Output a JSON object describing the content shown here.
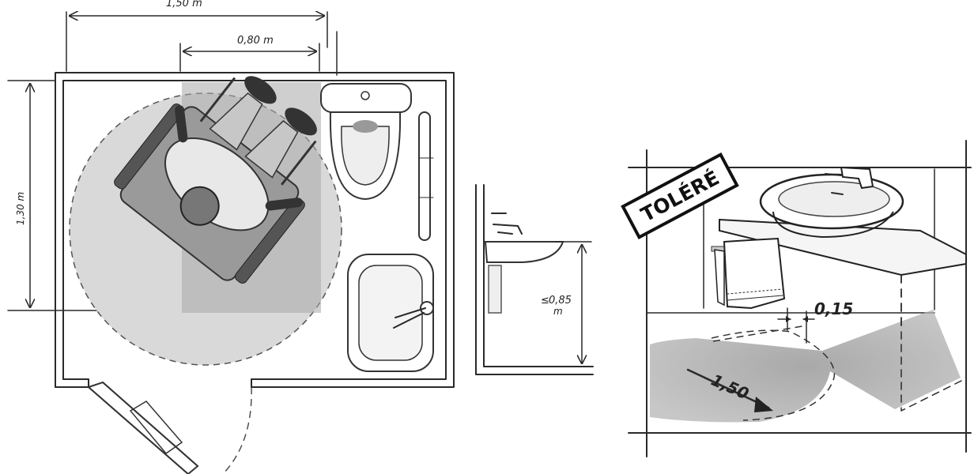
{
  "plan": {
    "dim_total_width": "1,50 m",
    "dim_seat_width": "0,80 m",
    "dim_height": "1,30 m"
  },
  "elevation": {
    "dim_sink_height_symbol": "≤",
    "dim_sink_height_value": "0,85",
    "dim_sink_height_unit": "m"
  },
  "perspective": {
    "sign": "TOLÉRÉ",
    "dim_clearance": "0,15",
    "dim_turning": "1,50"
  }
}
